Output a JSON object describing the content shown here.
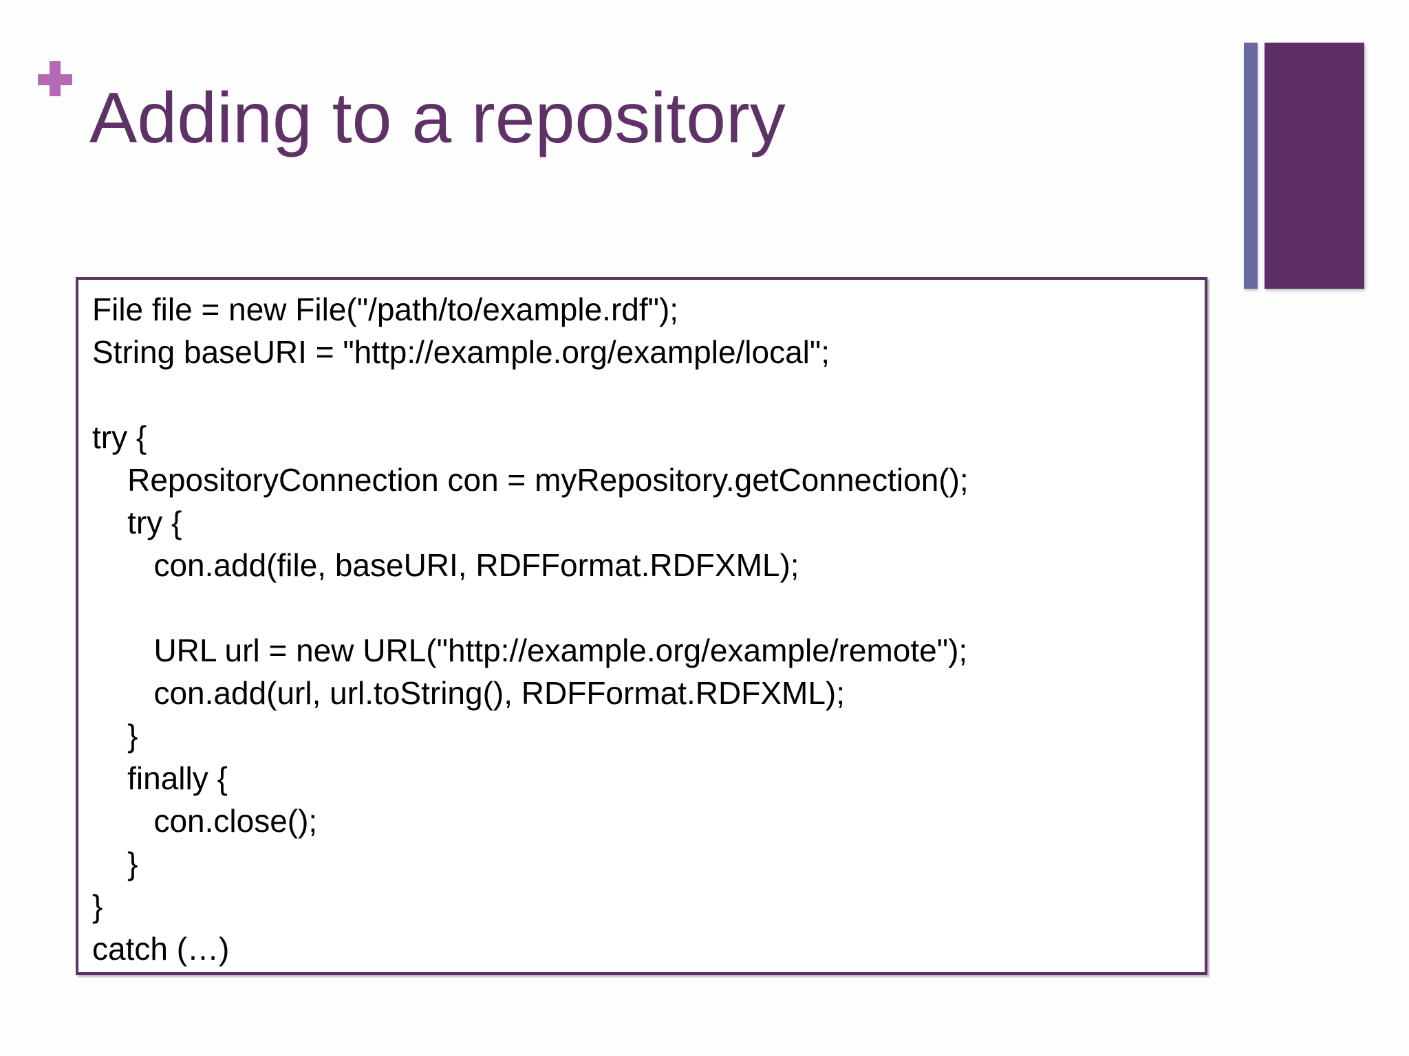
{
  "slide": {
    "title": "Adding to a repository",
    "code": {
      "lines": [
        "File file = new File(\"/path/to/example.rdf\");",
        "String baseURI = \"http://example.org/example/local\";",
        "",
        "try {",
        "    RepositoryConnection con = myRepository.getConnection();",
        "    try {",
        "       con.add(file, baseURI, RDFFormat.RDFXML);",
        "",
        "       URL url = new URL(\"http://example.org/example/remote\");",
        "       con.add(url, url.toString(), RDFFormat.RDFXML);",
        "    }",
        "    finally {",
        "       con.close();",
        "    }",
        "}",
        "catch (…)"
      ]
    },
    "colors": {
      "title_purple": "#5e3266",
      "plus_purple": "#b469b4",
      "accent_bar_slate": "#6a6aa3",
      "accent_bar_purple": "#5e2f66",
      "code_box_border": "#5f3067",
      "code_text": "#000000",
      "background": "#fdfdfd"
    }
  }
}
